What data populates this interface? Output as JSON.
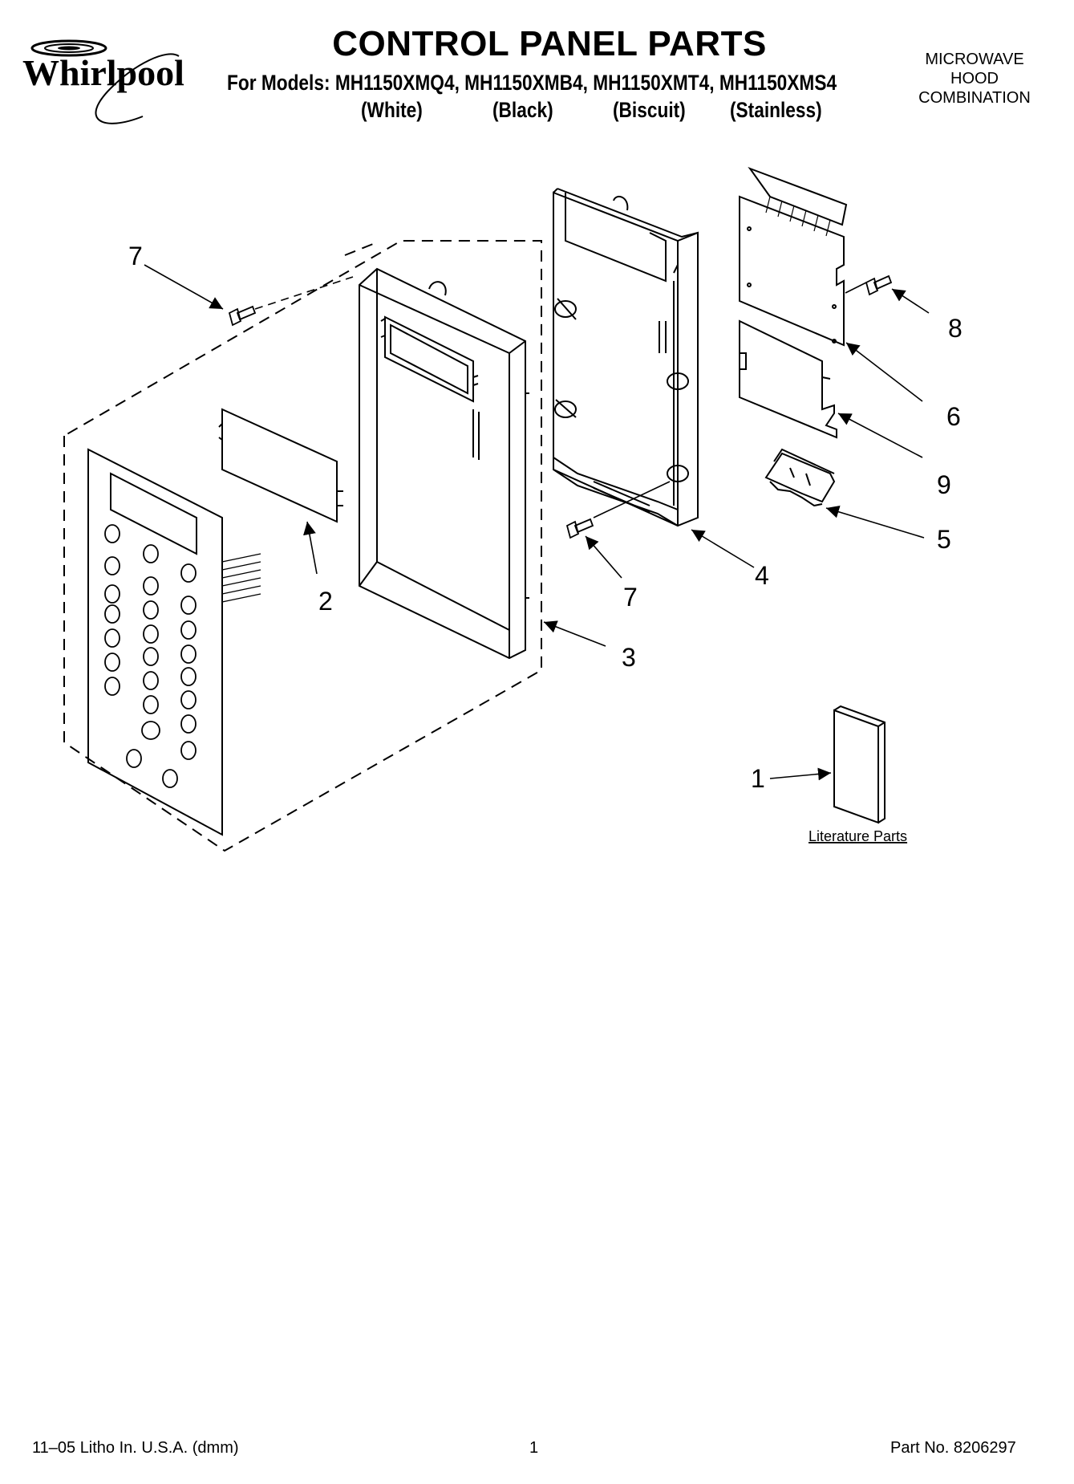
{
  "header": {
    "brand": "Whirlpool",
    "title": "CONTROL PANEL PARTS",
    "models_line": "For Models: MH1150XMQ4, MH1150XMB4, MH1150XMT4, MH1150XMS4",
    "colors": [
      "(White)",
      "(Black)",
      "(Biscuit)",
      "(Stainless)"
    ],
    "product_type": [
      "MICROWAVE",
      "HOOD",
      "COMBINATION"
    ]
  },
  "callouts": {
    "c1": "1",
    "c2": "2",
    "c3": "3",
    "c4": "4",
    "c5": "5",
    "c6": "6",
    "c7a": "7",
    "c7b": "7",
    "c8": "8",
    "c9": "9"
  },
  "literature_label": "Literature Parts",
  "footer": {
    "left": "11–05 Litho In. U.S.A. (dmm)",
    "page": "1",
    "part_no": "Part No. 8206297"
  }
}
